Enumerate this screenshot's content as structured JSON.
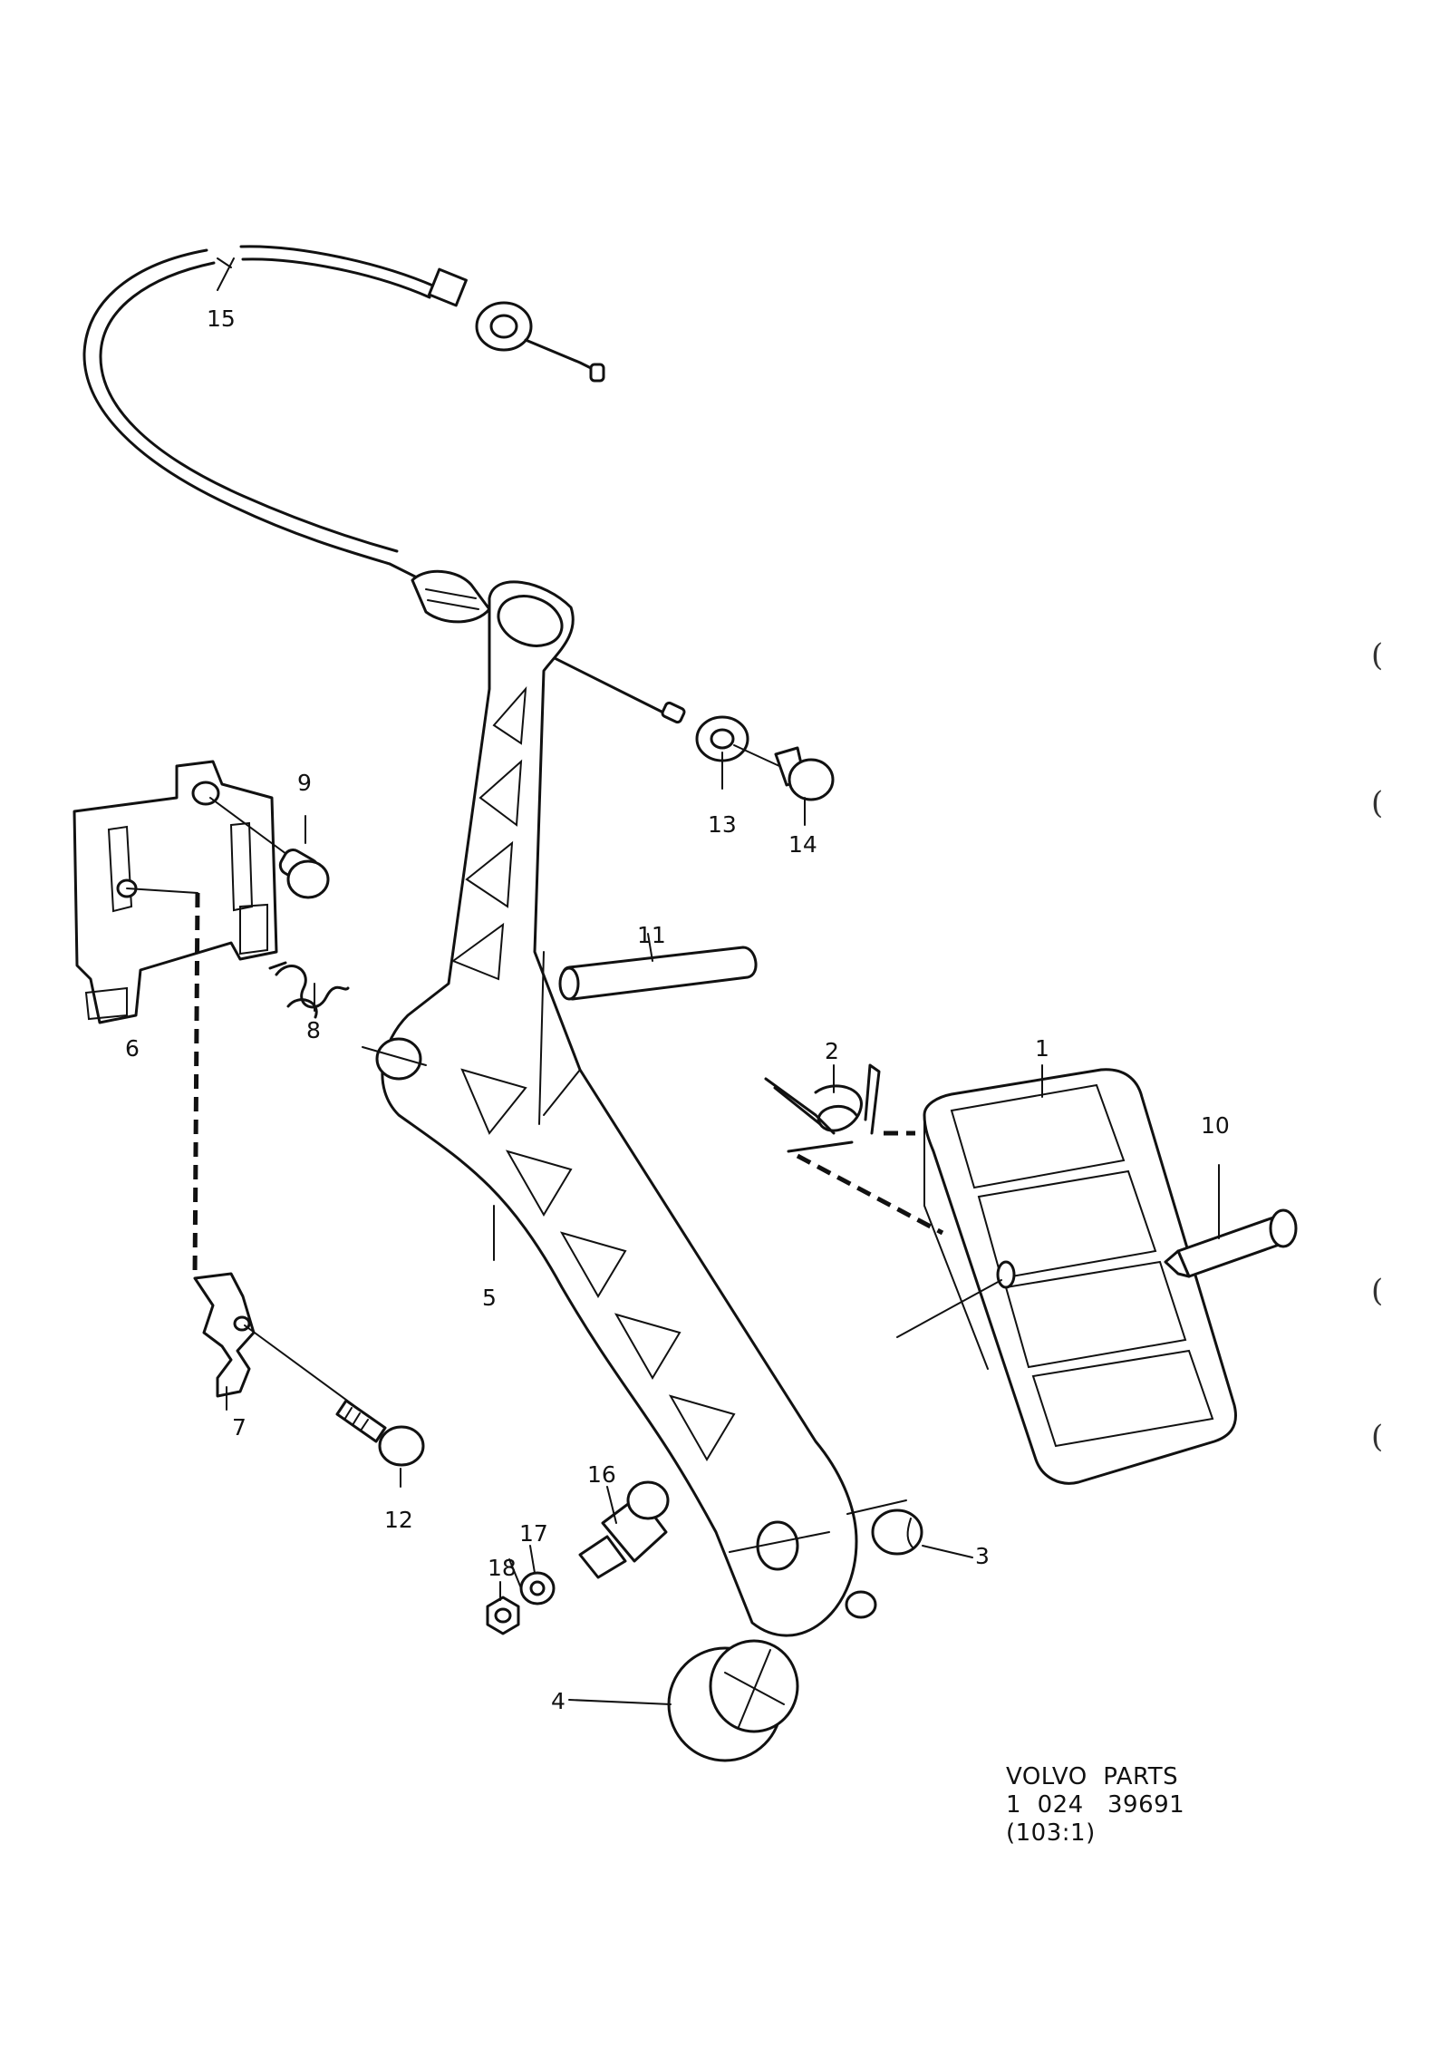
{
  "callouts": [
    {
      "id": "1",
      "text": "1"
    },
    {
      "id": "2",
      "text": "2"
    },
    {
      "id": "3",
      "text": "3"
    },
    {
      "id": "4",
      "text": "4"
    },
    {
      "id": "5",
      "text": "5"
    },
    {
      "id": "6",
      "text": "6"
    },
    {
      "id": "7",
      "text": "7"
    },
    {
      "id": "8",
      "text": "8"
    },
    {
      "id": "9",
      "text": "9"
    },
    {
      "id": "10",
      "text": "10"
    },
    {
      "id": "11",
      "text": "11"
    },
    {
      "id": "12",
      "text": "12"
    },
    {
      "id": "13",
      "text": "13"
    },
    {
      "id": "14",
      "text": "14"
    },
    {
      "id": "15",
      "text": "15"
    },
    {
      "id": "16",
      "text": "16"
    },
    {
      "id": "17",
      "text": "17"
    },
    {
      "id": "18",
      "text": "18"
    }
  ],
  "margin_marks": [
    "(",
    "(",
    "(",
    "("
  ],
  "footer": {
    "line1": "VOLVO  PARTS",
    "line2": "1  024   39691",
    "line3": "(103:1)"
  }
}
